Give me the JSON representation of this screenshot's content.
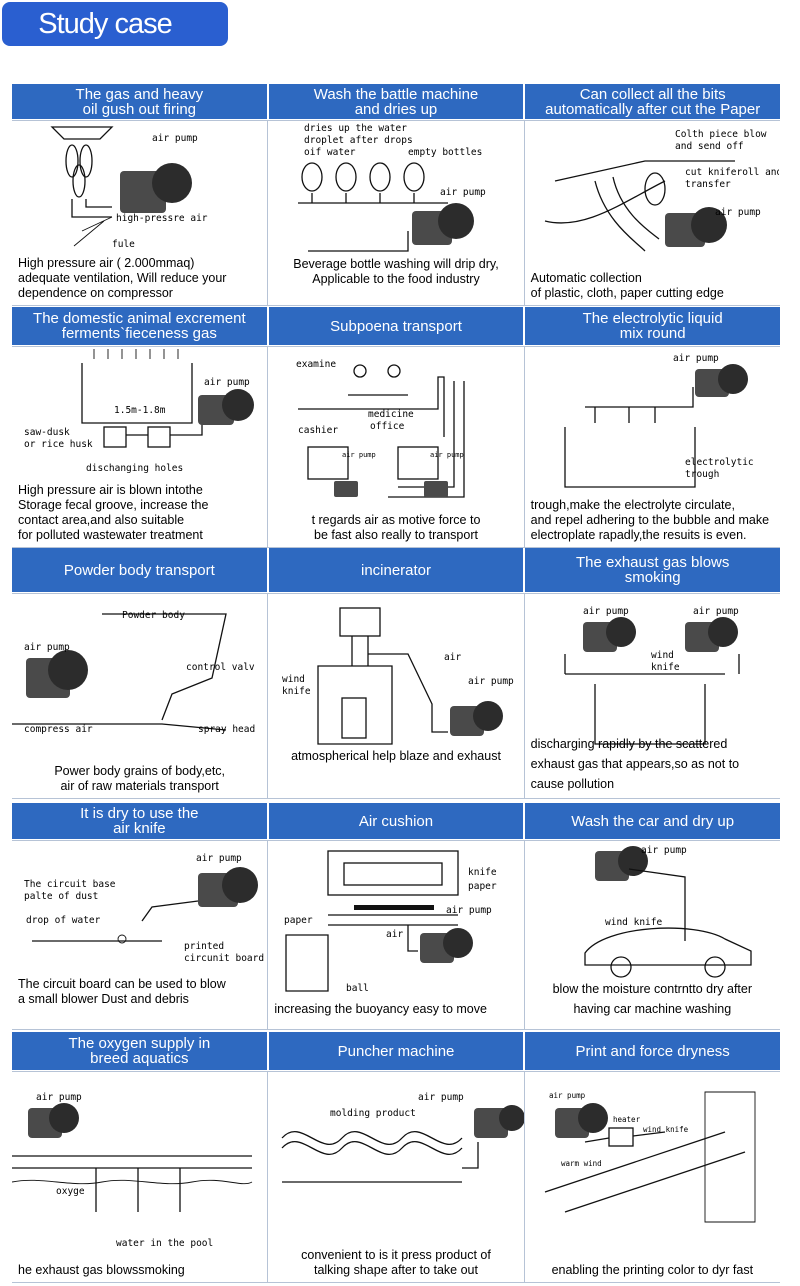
{
  "page_title": "Study case",
  "sections": [
    {
      "headers": [
        "The gas and heavy\noil gush out firing",
        "Wash the battle machine\nand dries up",
        "Can collect all the bits\nautomatically after cut the Paper"
      ],
      "cells": [
        {
          "labels": [
            "air pump",
            "high-pressre air",
            "fule"
          ],
          "caption": "High pressure air  ( 2.000mmaq)\nadequate ventilation, Will reduce  your\ndependence on  compressor"
        },
        {
          "labels": [
            "dries up the water",
            "droplet after drops",
            "oif water",
            "empty bottles",
            "air pump"
          ],
          "caption": "Beverage  bottle  washing  will  drip  dry,\nApplicable to the food industry"
        },
        {
          "labels": [
            "Colth piece blow",
            "and send off",
            "cut kniferoll and",
            "transfer",
            "air pump"
          ],
          "caption": "Automatic collection\nof  plastic,  cloth,  paper  cutting  edge"
        }
      ]
    },
    {
      "headers": [
        "The domestic animal excrement\nferments`fieceness gas",
        "Subpoena transport",
        "The electrolytic liquid\nmix round"
      ],
      "cells": [
        {
          "labels": [
            "air pump",
            "1.5m-1.8m",
            "saw-dusk",
            "or rice husk",
            "dischanging holes"
          ],
          "caption": "High pressure  air is blown intothe\nStorage fecal  groove,  increase the\ncontact area,and also suitable\nfor  polluted  wastewater treatment"
        },
        {
          "labels": [
            "examine",
            "medicine",
            "office",
            "cashier",
            "air pump",
            "air pump"
          ],
          "caption": "t regards air as motive force to\nbe fast also really to transport"
        },
        {
          "labels": [
            "air pump",
            "electrolytic",
            "trough"
          ],
          "caption": "trough,make the electrolyte circulate,\nand repel adhering to the bubble and make\nelectroplate rapadly,the resuits is even."
        }
      ]
    },
    {
      "headers": [
        "Powder body transport",
        "incinerator",
        "The exhaust gas blows\nsmoking"
      ],
      "cells": [
        {
          "labels": [
            "Powder body",
            "air pump",
            "control valv",
            "compress air",
            "spray head"
          ],
          "caption": "Power body grains of body,etc,\nair of raw materials transport"
        },
        {
          "labels": [
            "air",
            "wind",
            "knife",
            "air pump"
          ],
          "caption": "atmospherical help blaze and exhaust"
        },
        {
          "labels": [
            "air pump",
            "air pump",
            "wind",
            "knife"
          ],
          "caption": "discharging rapidly by the scattered\nexhaust gas that appears,so as not to\ncause pollution"
        }
      ]
    },
    {
      "headers": [
        "It is dry to use the\nair knife",
        "Air cushion",
        "Wash the car and dry up"
      ],
      "cells": [
        {
          "labels": [
            "air pump",
            "The circuit base",
            "palte of dust",
            "drop of water",
            "printed",
            "circunit board"
          ],
          "caption": "The circuit board can be  used to  blow\na  small  blower Dust and debris"
        },
        {
          "labels": [
            "knife",
            "paper",
            "air pump",
            "paper",
            "air",
            "ball"
          ],
          "caption": "increasing the buoyancy easy to move"
        },
        {
          "labels": [
            "air pump",
            "wind knife"
          ],
          "caption": "blow the moisture contrntto dry after\nhaving car machine washing"
        }
      ]
    },
    {
      "headers": [
        "The oxygen supply in\nbreed aquatics",
        "Puncher machine",
        "Print and force dryness"
      ],
      "cells": [
        {
          "labels": [
            "air pump",
            "oxyge",
            "water in the pool"
          ],
          "caption": "he exhaust gas blowssmoking"
        },
        {
          "labels": [
            "air pump",
            "molding product"
          ],
          "caption": "convenient to is it press product of\ntalking shape after to take out"
        },
        {
          "labels": [
            "air pump",
            "heater",
            "wind knife",
            "warm wind"
          ],
          "caption": "enabling the printing color to dyr fast"
        }
      ]
    }
  ]
}
